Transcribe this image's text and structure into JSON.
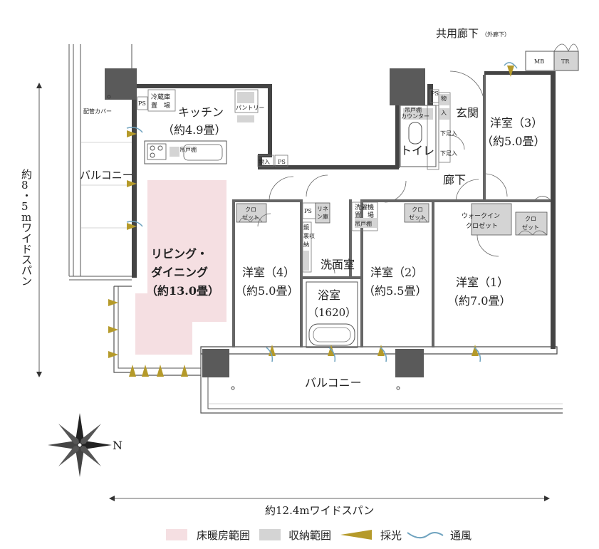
{
  "colors": {
    "floor_heating": "#f5dfe2",
    "storage": "#d4d4d4",
    "light_arrow": "#b59a2a",
    "wind": "#6fa3bf",
    "wall": "#444444",
    "pillar": "#555555"
  },
  "rooms": {
    "kitchen_name": "キッチン",
    "kitchen_size": "（約4.9畳）",
    "living_line1": "リビング・",
    "living_line2": "ダイニング",
    "living_size": "（約13.0畳）",
    "room3_name": "洋室（3）",
    "room3_size": "（約5.0畳）",
    "room4_name": "洋室（4）",
    "room4_size": "（約5.0畳）",
    "room2_name": "洋室（2）",
    "room2_size": "（約5.5畳）",
    "room1_name": "洋室（1）",
    "room1_size": "（約7.0畳）",
    "washroom": "洗面室",
    "bath_name": "浴室",
    "bath_size": "（1620）",
    "toilet": "トイレ",
    "entrance": "玄関",
    "hallway": "廊下",
    "balcony_left": "バルコニー",
    "balcony_bottom": "バルコニー",
    "corridor": "共用廊下",
    "corridor_note": "（外廊下）"
  },
  "labels": {
    "fridge_line1": "冷蔵庫",
    "fridge_line2": "置　場",
    "pantry": "パントリー",
    "pipe_cover": "配管カバー",
    "ps": "PS",
    "hanging_shelf": "吊戸棚",
    "counter": "カウンター",
    "storage": "物入",
    "storage_v1": "物",
    "storage_v2": "入",
    "shoe1": "下足入",
    "shoe2": "下足入",
    "closet_line1": "クロ",
    "closet_line2": "ゼット",
    "linen_line1": "リネ",
    "linen_line2": "ン庫",
    "mirror_line1": "鏡",
    "mirror_line2": "裏収",
    "mirror_line3": "納",
    "washer_line1": "洗濯機",
    "washer_line2": "置　場",
    "wic_line1": "ウォークイン",
    "wic_line2": "クロゼット",
    "mb": "MB",
    "tr": "TR",
    "compass_n": "N"
  },
  "dimensions": {
    "width_span": "約12.4mワイドスパン",
    "depth_chars": [
      "約",
      "8",
      "・",
      "5",
      "m",
      "ワ",
      "イ",
      "ド",
      "ス",
      "パ",
      "ン"
    ]
  },
  "legend": {
    "floor_heating": "床暖房範囲",
    "storage": "収納範囲",
    "light": "採光",
    "ventilation": "通風"
  }
}
